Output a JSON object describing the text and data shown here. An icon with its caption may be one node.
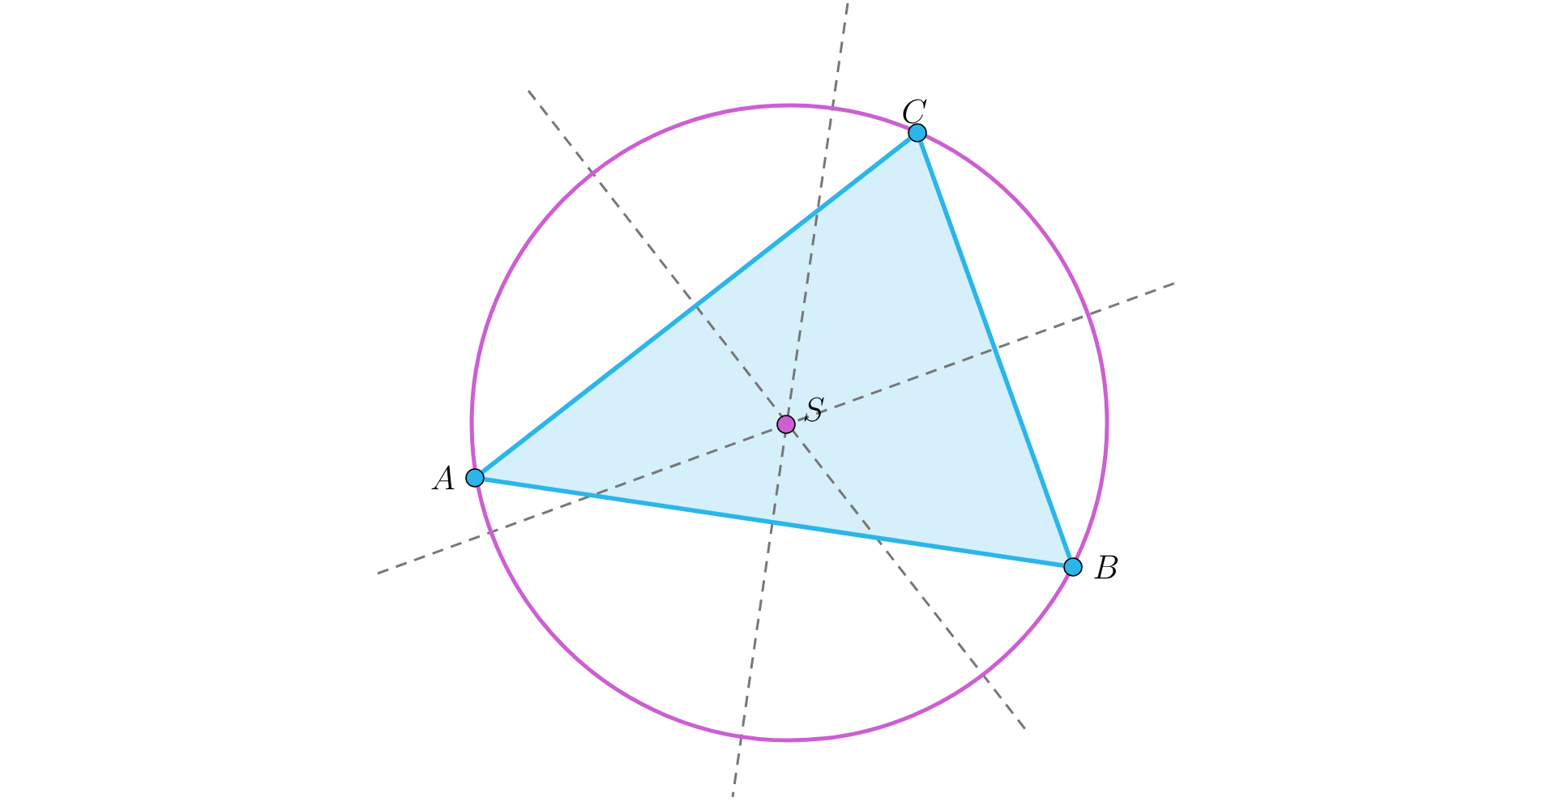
{
  "diagram": {
    "nodes": [
      {
        "text": [
          "A"
        ]
      },
      {
        "text": [
          "B"
        ]
      },
      {
        "text": [
          "C"
        ]
      },
      {
        "text": [
          "S"
        ]
      }
    ],
    "edges": [
      {
        "from": 0,
        "to": 1,
        "arrow": "none"
      },
      {
        "from": 1,
        "to": 2,
        "arrow": "none"
      },
      {
        "from": 2,
        "to": 0,
        "arrow": "none"
      }
    ]
  }
}
